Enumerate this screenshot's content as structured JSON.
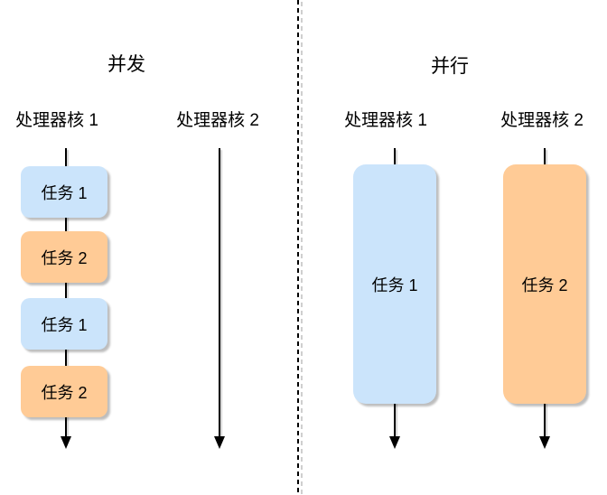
{
  "colors": {
    "task_blue": "#cbe4fb",
    "task_orange": "#ffcb96",
    "line": "#000000",
    "divider": "#000000"
  },
  "panels": {
    "concurrency": {
      "title": "并发",
      "cores": [
        {
          "label": "处理器核 1",
          "tasks": [
            {
              "label": "任务 1",
              "color": "blue"
            },
            {
              "label": "任务 2",
              "color": "orange"
            },
            {
              "label": "任务 1",
              "color": "blue"
            },
            {
              "label": "任务 2",
              "color": "orange"
            }
          ]
        },
        {
          "label": "处理器核 2",
          "tasks": []
        }
      ]
    },
    "parallelism": {
      "title": "并行",
      "cores": [
        {
          "label": "处理器核 1",
          "tasks": [
            {
              "label": "任务 1",
              "color": "blue"
            }
          ]
        },
        {
          "label": "处理器核 2",
          "tasks": [
            {
              "label": "任务 2",
              "color": "orange"
            }
          ]
        }
      ]
    }
  }
}
